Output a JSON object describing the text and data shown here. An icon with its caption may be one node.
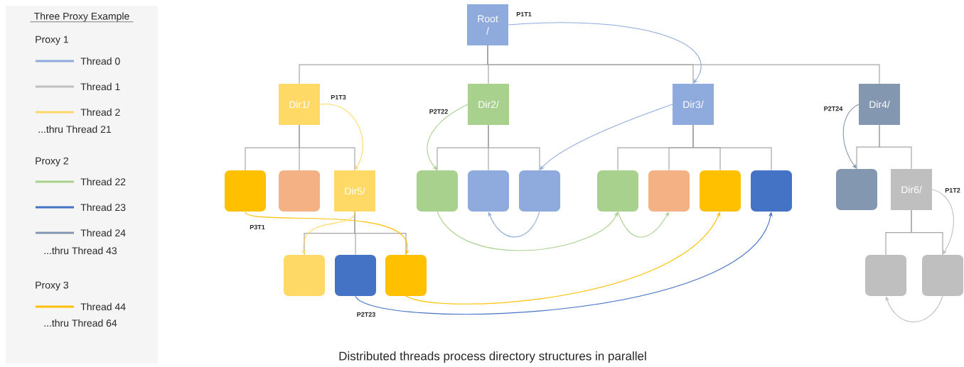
{
  "diagram": {
    "caption": "Distributed threads process directory structures in parallel",
    "nodes": [
      {
        "text": [
          "Root /"
        ]
      },
      {
        "text": [
          "Dir1/"
        ]
      },
      {
        "text": [
          "Dir2/"
        ]
      },
      {
        "text": [
          "Dir3/"
        ]
      },
      {
        "text": [
          "Dir4/"
        ]
      },
      {
        "text": [],
        "shape": "box"
      },
      {
        "text": [],
        "shape": "box"
      },
      {
        "text": [
          "Dir5/"
        ]
      },
      {
        "text": [],
        "shape": "box"
      },
      {
        "text": [],
        "shape": "box"
      },
      {
        "text": [],
        "shape": "box"
      },
      {
        "text": [],
        "shape": "box"
      },
      {
        "text": [],
        "shape": "box"
      },
      {
        "text": [],
        "shape": "box"
      },
      {
        "text": [],
        "shape": "box"
      },
      {
        "text": [],
        "shape": "box"
      },
      {
        "text": [
          "Dir6/"
        ]
      },
      {
        "text": [],
        "shape": "box"
      },
      {
        "text": [],
        "shape": "box"
      },
      {
        "text": [],
        "shape": "box"
      },
      {
        "text": [],
        "shape": "box"
      },
      {
        "text": [],
        "shape": "box"
      }
    ],
    "edges": [
      {
        "from": 0,
        "to": 1,
        "arrow": "none"
      },
      {
        "from": 0,
        "to": 2,
        "arrow": "none"
      },
      {
        "from": 0,
        "to": 3,
        "arrow": "none"
      },
      {
        "from": 0,
        "to": 4,
        "arrow": "none"
      },
      {
        "from": 1,
        "to": 5,
        "arrow": "none"
      },
      {
        "from": 1,
        "to": 6,
        "arrow": "none"
      },
      {
        "from": 1,
        "to": 7,
        "arrow": "none"
      },
      {
        "from": 2,
        "to": 8,
        "arrow": "none"
      },
      {
        "from": 2,
        "to": 9,
        "arrow": "none"
      },
      {
        "from": 2,
        "to": 10,
        "arrow": "none"
      },
      {
        "from": 3,
        "to": 11,
        "arrow": "none"
      },
      {
        "from": 3,
        "to": 12,
        "arrow": "none"
      },
      {
        "from": 3,
        "to": 13,
        "arrow": "none"
      },
      {
        "from": 3,
        "to": 14,
        "arrow": "none"
      },
      {
        "from": 4,
        "to": 15,
        "arrow": "none"
      },
      {
        "from": 4,
        "to": 16,
        "arrow": "none"
      },
      {
        "from": 7,
        "to": 17,
        "arrow": "none"
      },
      {
        "from": 7,
        "to": 18,
        "arrow": "none"
      },
      {
        "from": 7,
        "to": 19,
        "arrow": "none"
      },
      {
        "from": 16,
        "to": 20,
        "arrow": "none"
      },
      {
        "from": 16,
        "to": 21,
        "arrow": "none"
      },
      {
        "from": 0,
        "to": 3,
        "arrow": "to",
        "label": "P1T1",
        "color": "#8faadc"
      },
      {
        "from": 1,
        "to": 7,
        "arrow": "to",
        "label": "P1T3",
        "color": "#ffd966"
      },
      {
        "from": 2,
        "to": 8,
        "arrow": "to",
        "label": "P2T22",
        "color": "#a9d18e"
      },
      {
        "from": 3,
        "to": 10,
        "arrow": "to",
        "color": "#8faadc"
      },
      {
        "from": 4,
        "to": 15,
        "arrow": "to",
        "label": "P2T24",
        "color": "#8497b0"
      },
      {
        "from": 16,
        "to": 21,
        "arrow": "to",
        "label": "P1T2",
        "color": "#bfbfbf"
      },
      {
        "from": 10,
        "to": 9,
        "arrow": "to",
        "color": "#8faadc"
      },
      {
        "from": 8,
        "to": 11,
        "arrow": "to",
        "color": "#a9d18e"
      },
      {
        "from": 11,
        "to": 12,
        "arrow": "to",
        "color": "#a9d18e"
      },
      {
        "from": 5,
        "to": 19,
        "arrow": "to",
        "label": "P3T1",
        "color": "#ffc000"
      },
      {
        "from": 7,
        "to": 17,
        "arrow": "to",
        "color": "#ffd966"
      },
      {
        "from": 19,
        "to": 13,
        "arrow": "to",
        "color": "#ffc000"
      },
      {
        "from": 18,
        "to": 14,
        "arrow": "to",
        "label": "P2T23",
        "color": "#4472c4"
      },
      {
        "from": 21,
        "to": 20,
        "arrow": "to",
        "color": "#bfbfbf"
      }
    ],
    "labels": [
      "Three Proxy Example",
      "Proxy 1",
      "...thru Thread 21",
      "Proxy 2",
      "...thru Thread 43",
      "Proxy 3",
      "...thru Thread 64"
    ],
    "legend": [
      {
        "text": "Thread 0",
        "color": "#8faadc"
      },
      {
        "text": "Thread 1",
        "color": "#bfbfbf"
      },
      {
        "text": "Thread 2",
        "color": "#ffd966"
      },
      {
        "text": "Thread 22",
        "color": "#a9d18e"
      },
      {
        "text": "Thread 23",
        "color": "#4472c4"
      },
      {
        "text": "Thread 24",
        "color": "#8497b0"
      },
      {
        "text": "Thread 44",
        "color": "#ffc000"
      }
    ]
  }
}
